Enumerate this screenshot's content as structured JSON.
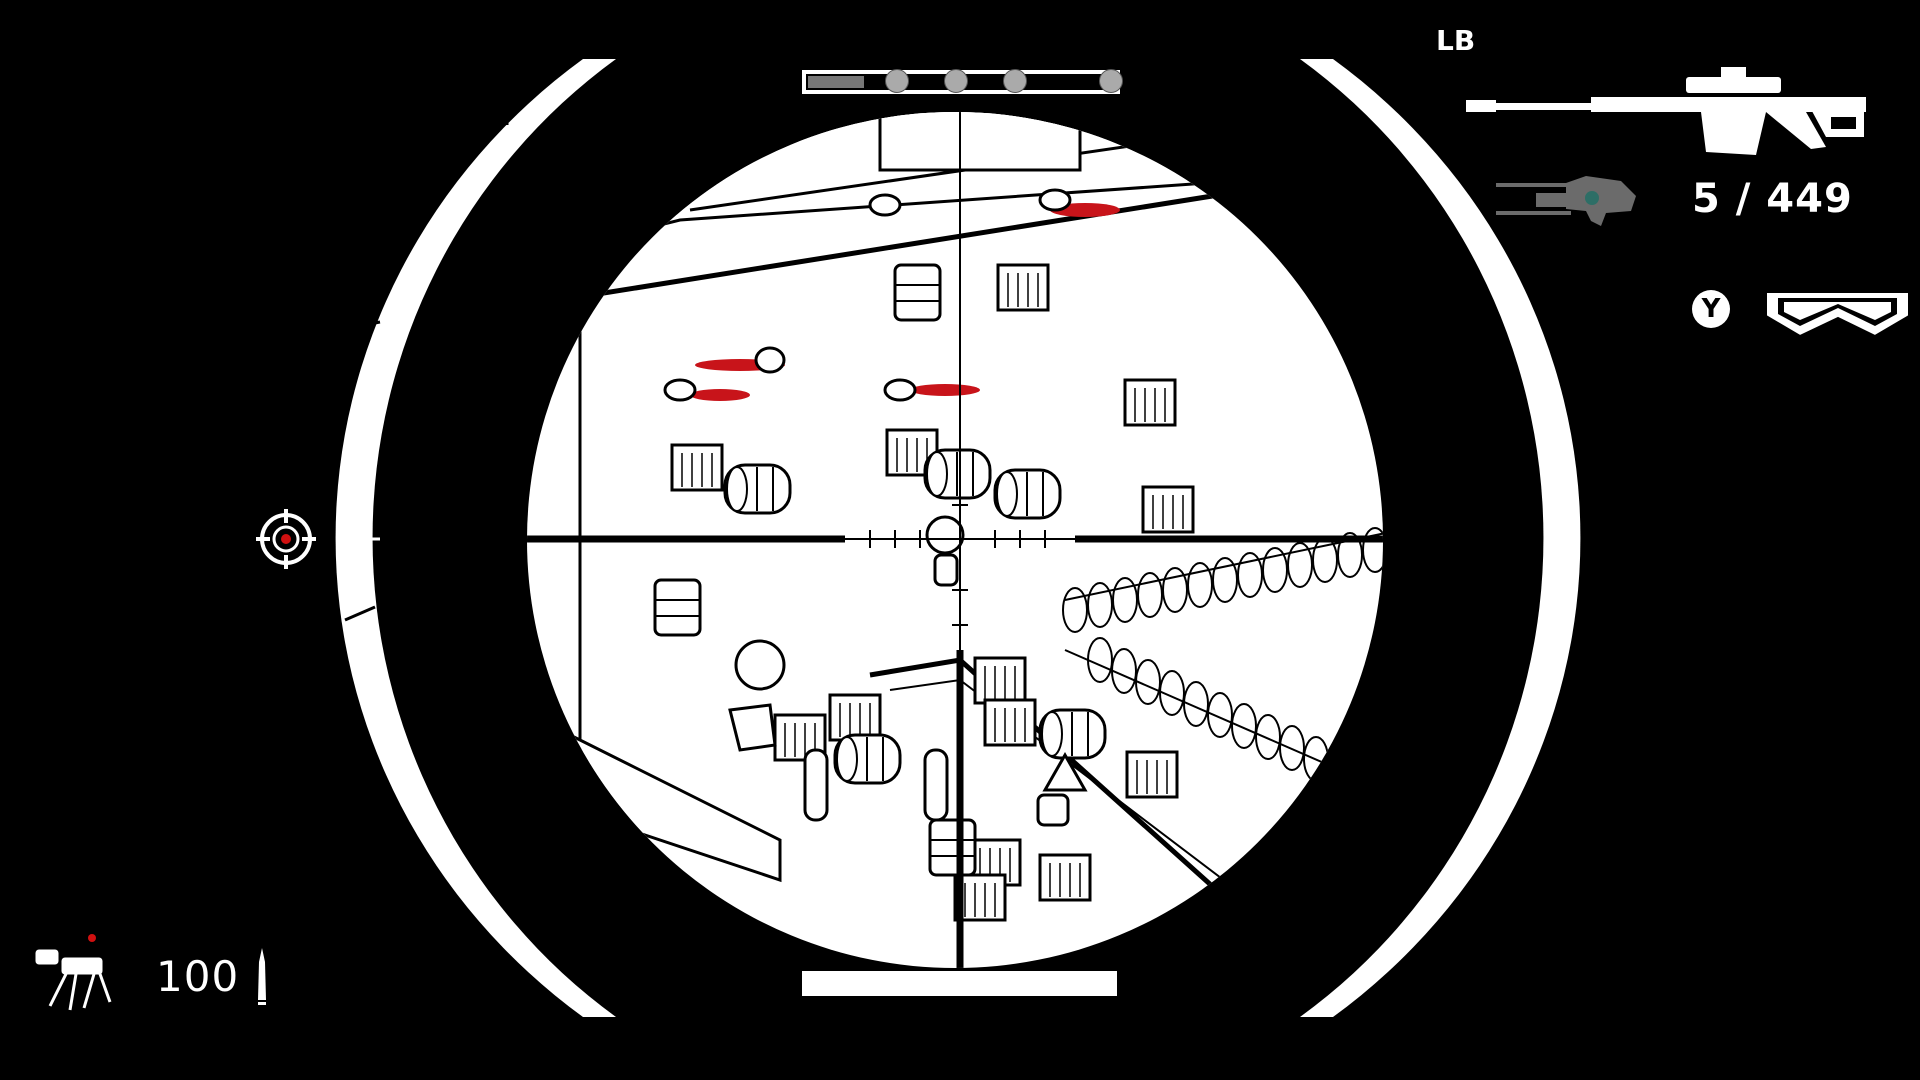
{
  "hud": {
    "weapon_swap_button": "LB",
    "ammo_counter": "5 / 449",
    "gadget_button": "Y",
    "health": "100",
    "primary_weapon_icon": "sniper-rifle-icon",
    "secondary_weapon_icon": "heavy-gun-icon",
    "gadget_icon": "goggles-icon",
    "companion_icon": "robot-dog-icon",
    "ammo_type_icon": "bullet-icon",
    "target_marker_icon": "crosshair-target-icon"
  },
  "progress": {
    "fill_percent": 18,
    "marker_positions_percent": [
      29,
      48,
      67,
      98
    ]
  },
  "colors": {
    "blood": "#c8141a",
    "scope_black": "#000000",
    "scope_white": "#ffffff",
    "secondary_weapon": "#6b6b6b",
    "indicator_red": "#d01010"
  }
}
